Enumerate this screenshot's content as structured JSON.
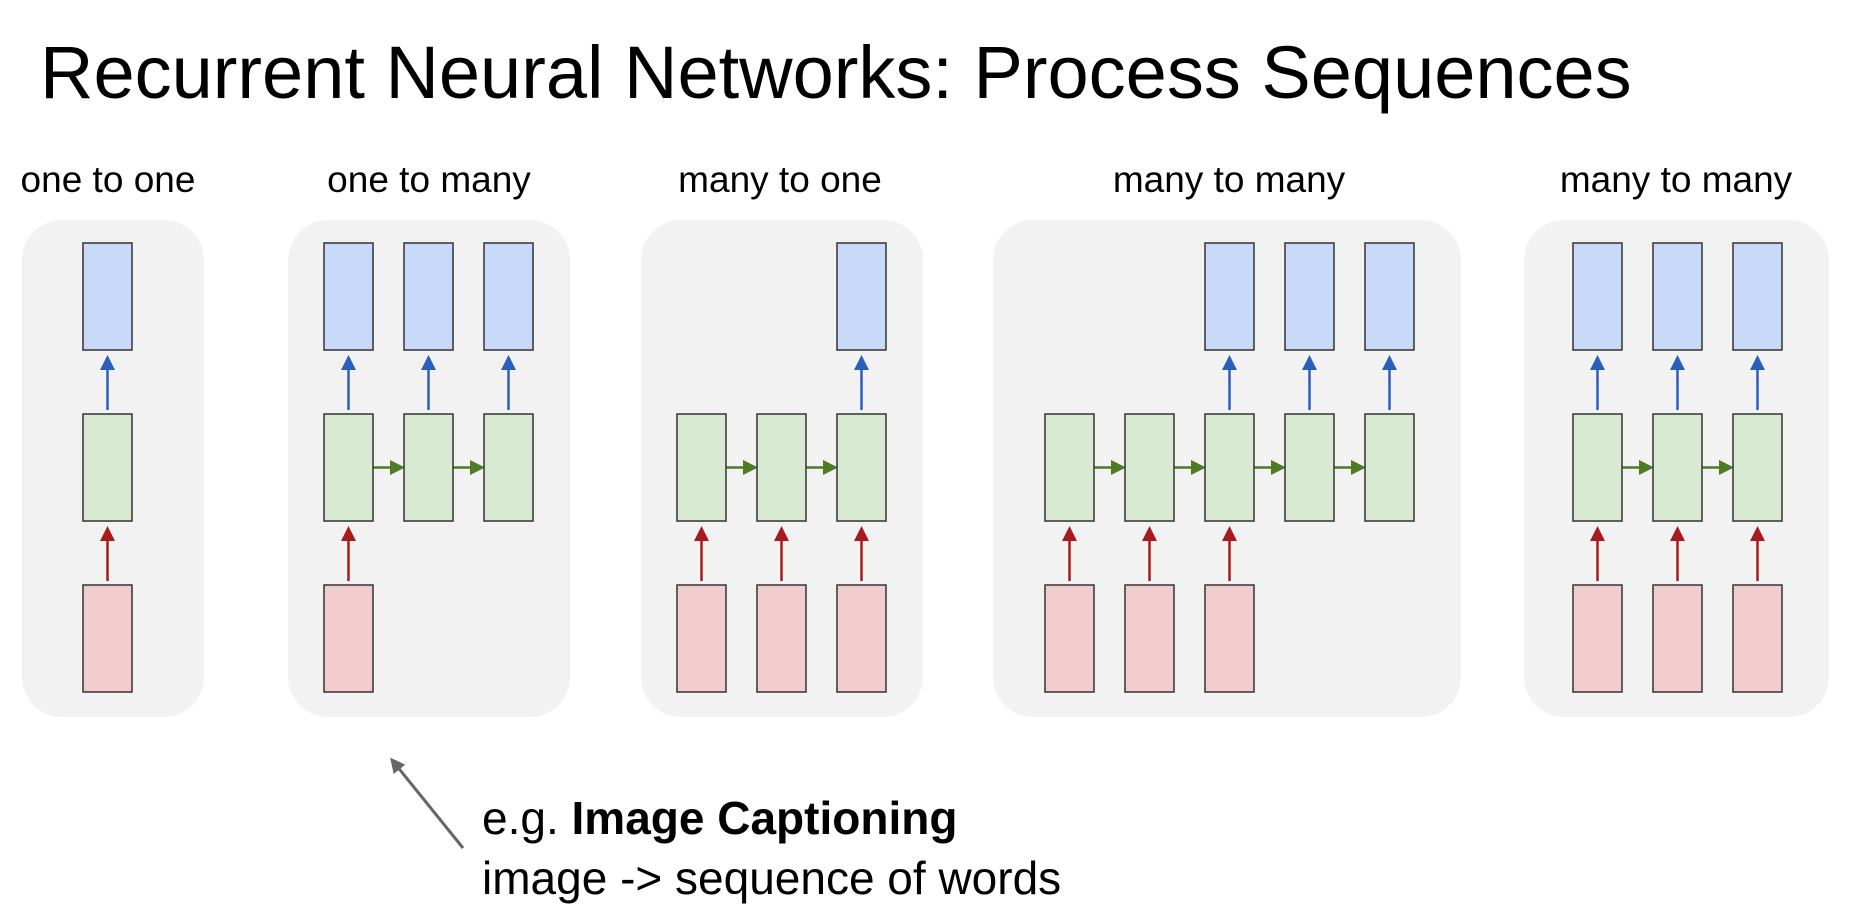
{
  "title": "Recurrent Neural Networks: Process Sequences",
  "colors": {
    "panel_bg": "#f2f2f2",
    "input_fill": "#f0cccc",
    "hidden_fill": "#d9ead3",
    "output_fill": "#c9daf8",
    "box_stroke": "#333333",
    "input_arrow": "#a61c1c",
    "output_arrow": "#2b5dbd",
    "recurrent_arrow": "#4f7a28",
    "annotation_arrow": "#666666"
  },
  "diagrams": [
    {
      "label": "one to one",
      "inputs": [
        0
      ],
      "hidden": [
        0
      ],
      "outputs": [
        0
      ]
    },
    {
      "label": "one to many",
      "inputs": [
        0
      ],
      "hidden": [
        0,
        1,
        2
      ],
      "outputs": [
        0,
        1,
        2
      ]
    },
    {
      "label": "many to one",
      "inputs": [
        0,
        1,
        2
      ],
      "hidden": [
        0,
        1,
        2
      ],
      "outputs": [
        2
      ]
    },
    {
      "label": "many to many",
      "inputs": [
        0,
        1,
        2
      ],
      "hidden": [
        0,
        1,
        2,
        3,
        4
      ],
      "outputs": [
        2,
        3,
        4
      ]
    },
    {
      "label": "many to many",
      "inputs": [
        0,
        1,
        2
      ],
      "hidden": [
        0,
        1,
        2
      ],
      "outputs": [
        0,
        1,
        2
      ]
    }
  ],
  "annotation": {
    "prefix": "e.g. ",
    "emphasis": "Image Captioning",
    "line2": "image -> sequence of words"
  }
}
